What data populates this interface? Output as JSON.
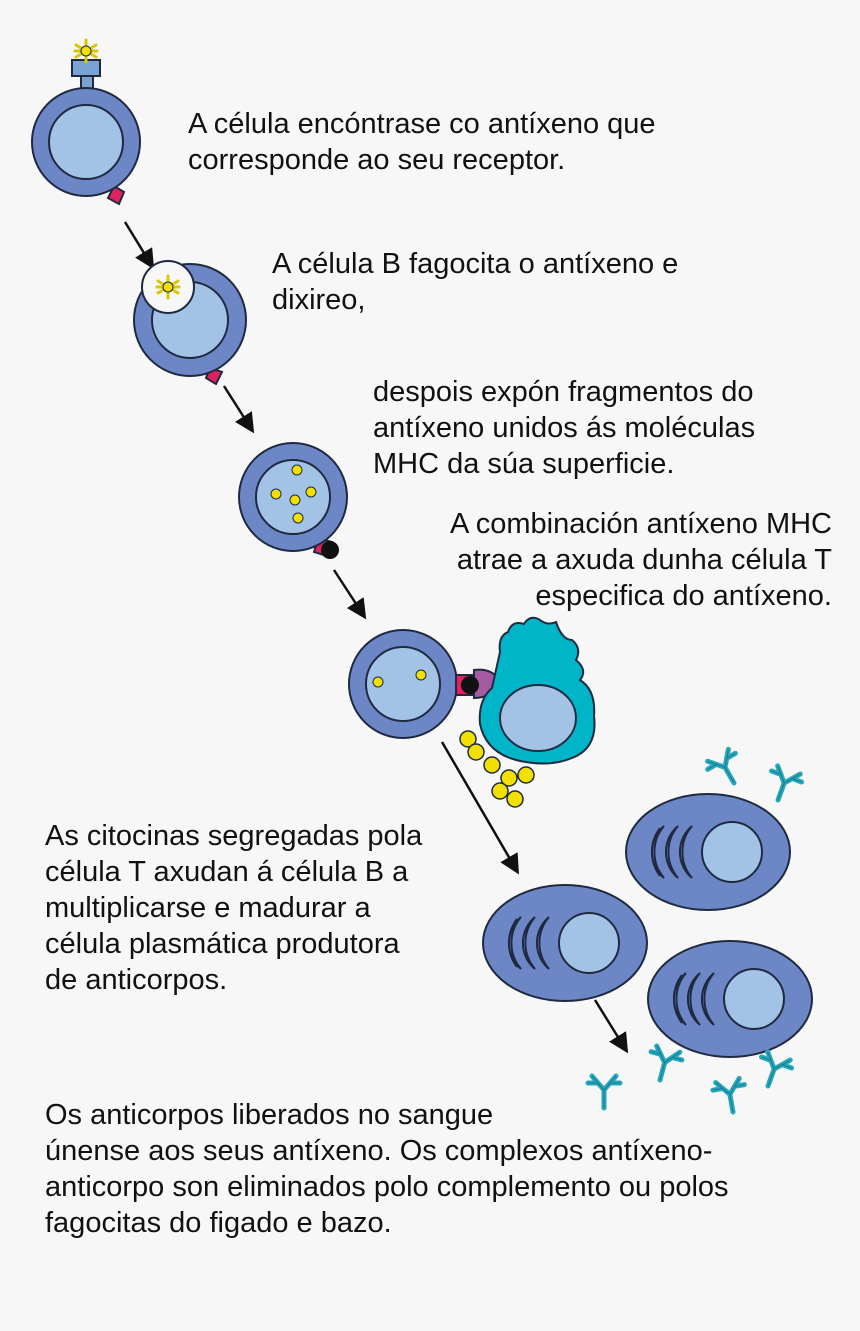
{
  "steps": [
    {
      "lines": [
        "A célula encóntrase co antíxeno que",
        "corresponde ao seu receptor."
      ]
    },
    {
      "lines": [
        "A célula B fagocita o antíxeno e",
        "dixireo,"
      ]
    },
    {
      "lines": [
        "despois expón fragmentos do",
        "antíxeno unidos ás moléculas",
        "MHC da súa superficie."
      ]
    },
    {
      "lines": [
        "A combinación antíxeno MHC",
        "atrae a axuda dunha célula T",
        "especifica do antíxeno."
      ]
    },
    {
      "lines": [
        "As citocinas segregadas pola",
        "célula T axudan á célula B a",
        "multiplicarse  e madurar a",
        "célula plasmática produtora",
        "de anticorpos."
      ]
    },
    {
      "lines": [
        "Os anticorpos liberados no sangue",
        "únense aos seus antíxeno. Os complexos antíxeno-",
        "anticorpo son eliminados polo complemento ou polos",
        "fagocitas do figado e bazo."
      ]
    }
  ],
  "colors": {
    "background": "#f7f7f7",
    "cell_outer": "#6d87c6",
    "cell_inner": "#a3c3e6",
    "receptor": "#e0215f",
    "antigen": "#f2e000",
    "t_cell": "#00b5c8",
    "mhc_tcr": "#a45ba4",
    "antibody": "#24a9bc",
    "outline": "#1f2a40"
  },
  "icons": [
    "b-cell-icon",
    "antigen-icon",
    "t-cell-icon",
    "plasma-cell-icon",
    "antibody-icon",
    "cytokine-icon",
    "arrow-icon"
  ]
}
